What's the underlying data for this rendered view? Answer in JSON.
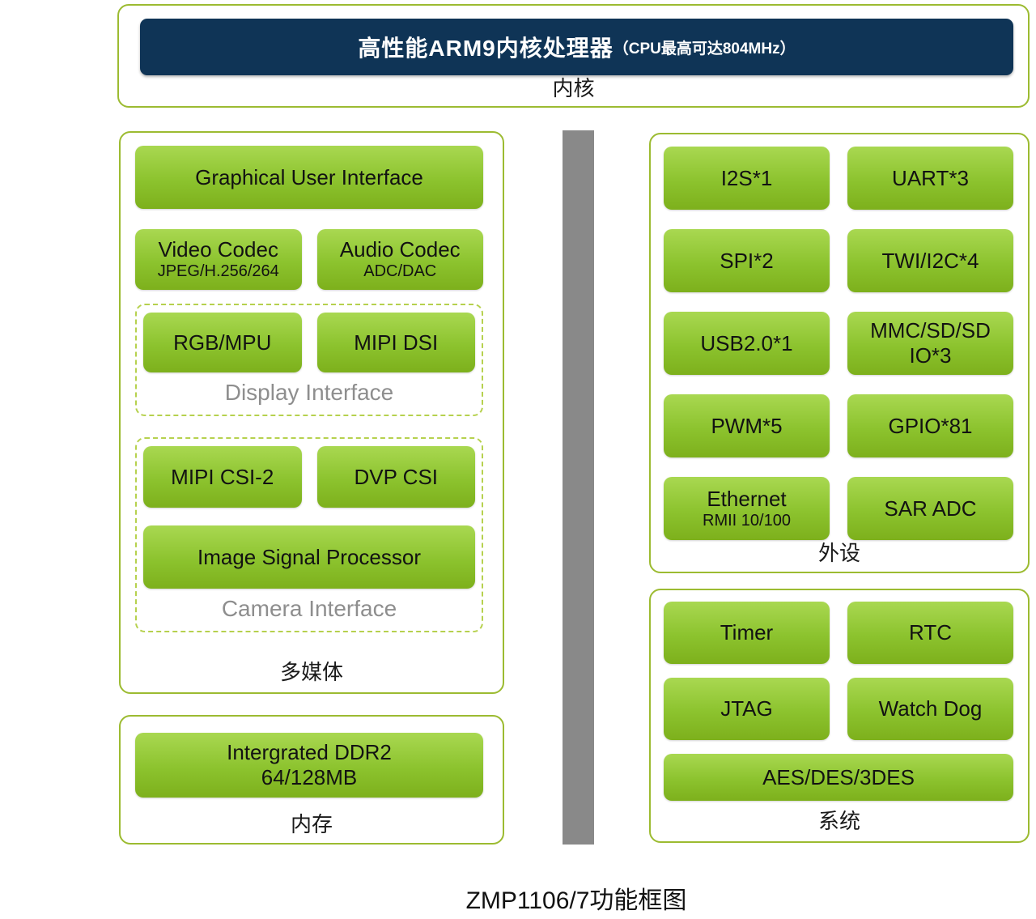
{
  "colors": {
    "block_green_top": "#a9d851",
    "block_green_bottom": "#7db01c",
    "panel_border_green": "#9cbb31",
    "dashed_border_green": "#b6d14e",
    "cpu_navy": "#0f3456",
    "divider_gray": "#898989",
    "group_label_gray": "#8e8e8e"
  },
  "header": {
    "title": "高性能ARM9内核处理器",
    "subtitle": "（CPU最高可达804MHz）",
    "panel_label": "内核"
  },
  "multimedia": {
    "panel_label": "多媒体",
    "gui": "Graphical User Interface",
    "video_codec": {
      "title": "Video Codec",
      "subtitle": "JPEG/H.256/264"
    },
    "audio_codec": {
      "title": "Audio Codec",
      "subtitle": "ADC/DAC"
    },
    "display_group": {
      "label": "Display Interface",
      "blocks": [
        {
          "label": "RGB/MPU"
        },
        {
          "label": "MIPI DSI"
        }
      ]
    },
    "camera_group": {
      "label": "Camera Interface",
      "blocks": [
        {
          "label": "MIPI CSI-2"
        },
        {
          "label": "DVP CSI"
        }
      ],
      "isp": "Image Signal Processor"
    }
  },
  "memory": {
    "panel_label": "内存",
    "block_line1": "Intergrated DDR2",
    "block_line2": "64/128MB"
  },
  "peripherals": {
    "panel_label": "外设",
    "blocks": [
      {
        "label": "I2S*1"
      },
      {
        "label": "UART*3"
      },
      {
        "label": "SPI*2"
      },
      {
        "label": "TWI/I2C*4"
      },
      {
        "label": "USB2.0*1"
      },
      {
        "label": "MMC/SD/SD",
        "label2": "IO*3"
      },
      {
        "label": "PWM*5"
      },
      {
        "label": "GPIO*81"
      },
      {
        "label": "Ethernet",
        "sub": "RMII 10/100"
      },
      {
        "label": "SAR ADC"
      }
    ]
  },
  "system": {
    "panel_label": "系统",
    "blocks": [
      {
        "label": "Timer"
      },
      {
        "label": "RTC"
      },
      {
        "label": "JTAG"
      },
      {
        "label": "Watch Dog"
      }
    ],
    "wide_block": "AES/DES/3DES"
  },
  "caption": "ZMP1106/7功能框图"
}
